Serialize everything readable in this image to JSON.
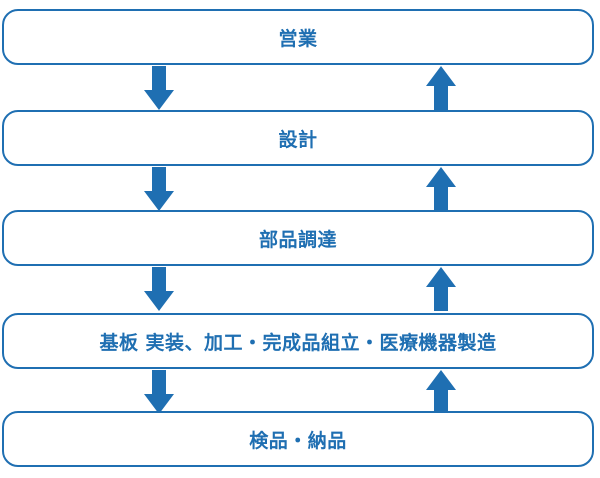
{
  "colors": {
    "accent": "#1f6fb2",
    "background": "#ffffff"
  },
  "steps": [
    {
      "label": "営業"
    },
    {
      "label": "設計"
    },
    {
      "label": "部品調達"
    },
    {
      "label": "基板 実装、加工・完成品組立・医療機器製造"
    },
    {
      "label": "検品・納品"
    }
  ],
  "arrows": {
    "down_icon": "arrow-down-icon",
    "up_icon": "arrow-up-icon"
  }
}
